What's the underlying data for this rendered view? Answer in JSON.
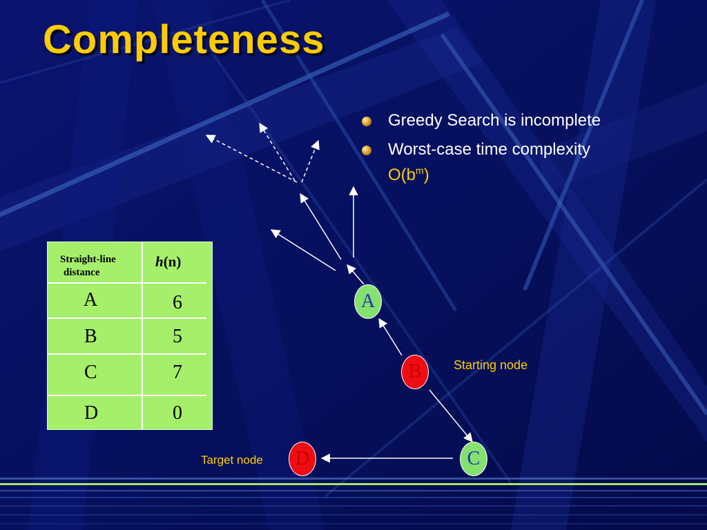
{
  "title": "Completeness",
  "bullets": [
    {
      "text": "Greedy Search is incomplete"
    },
    {
      "text": "Worst-case time complexity",
      "complexity_base": "O(b",
      "complexity_exp": "m",
      "complexity_close": ")"
    }
  ],
  "table": {
    "header_left_line1": "Straight-line",
    "header_left_line2": "distance",
    "header_right_fn": "h",
    "header_right_arg": "(n)",
    "rows": [
      {
        "node": "A",
        "value": "6"
      },
      {
        "node": "B",
        "value": "5"
      },
      {
        "node": "C",
        "value": "7"
      },
      {
        "node": "D",
        "value": "0"
      }
    ]
  },
  "nodes": {
    "A": "A",
    "B": "B",
    "C": "C",
    "D": "D"
  },
  "labels": {
    "start": "Starting node",
    "target": "Target node"
  },
  "colors": {
    "background": "#050a55",
    "title": "#ffcc00",
    "accent": "#ffcc00",
    "table": "#a6ef6b",
    "node_green": "#85e070",
    "node_red": "#ee0d12",
    "bottom_line": "#a6e860"
  },
  "icons": {
    "bullet": "gold-sphere-bullet-icon"
  }
}
